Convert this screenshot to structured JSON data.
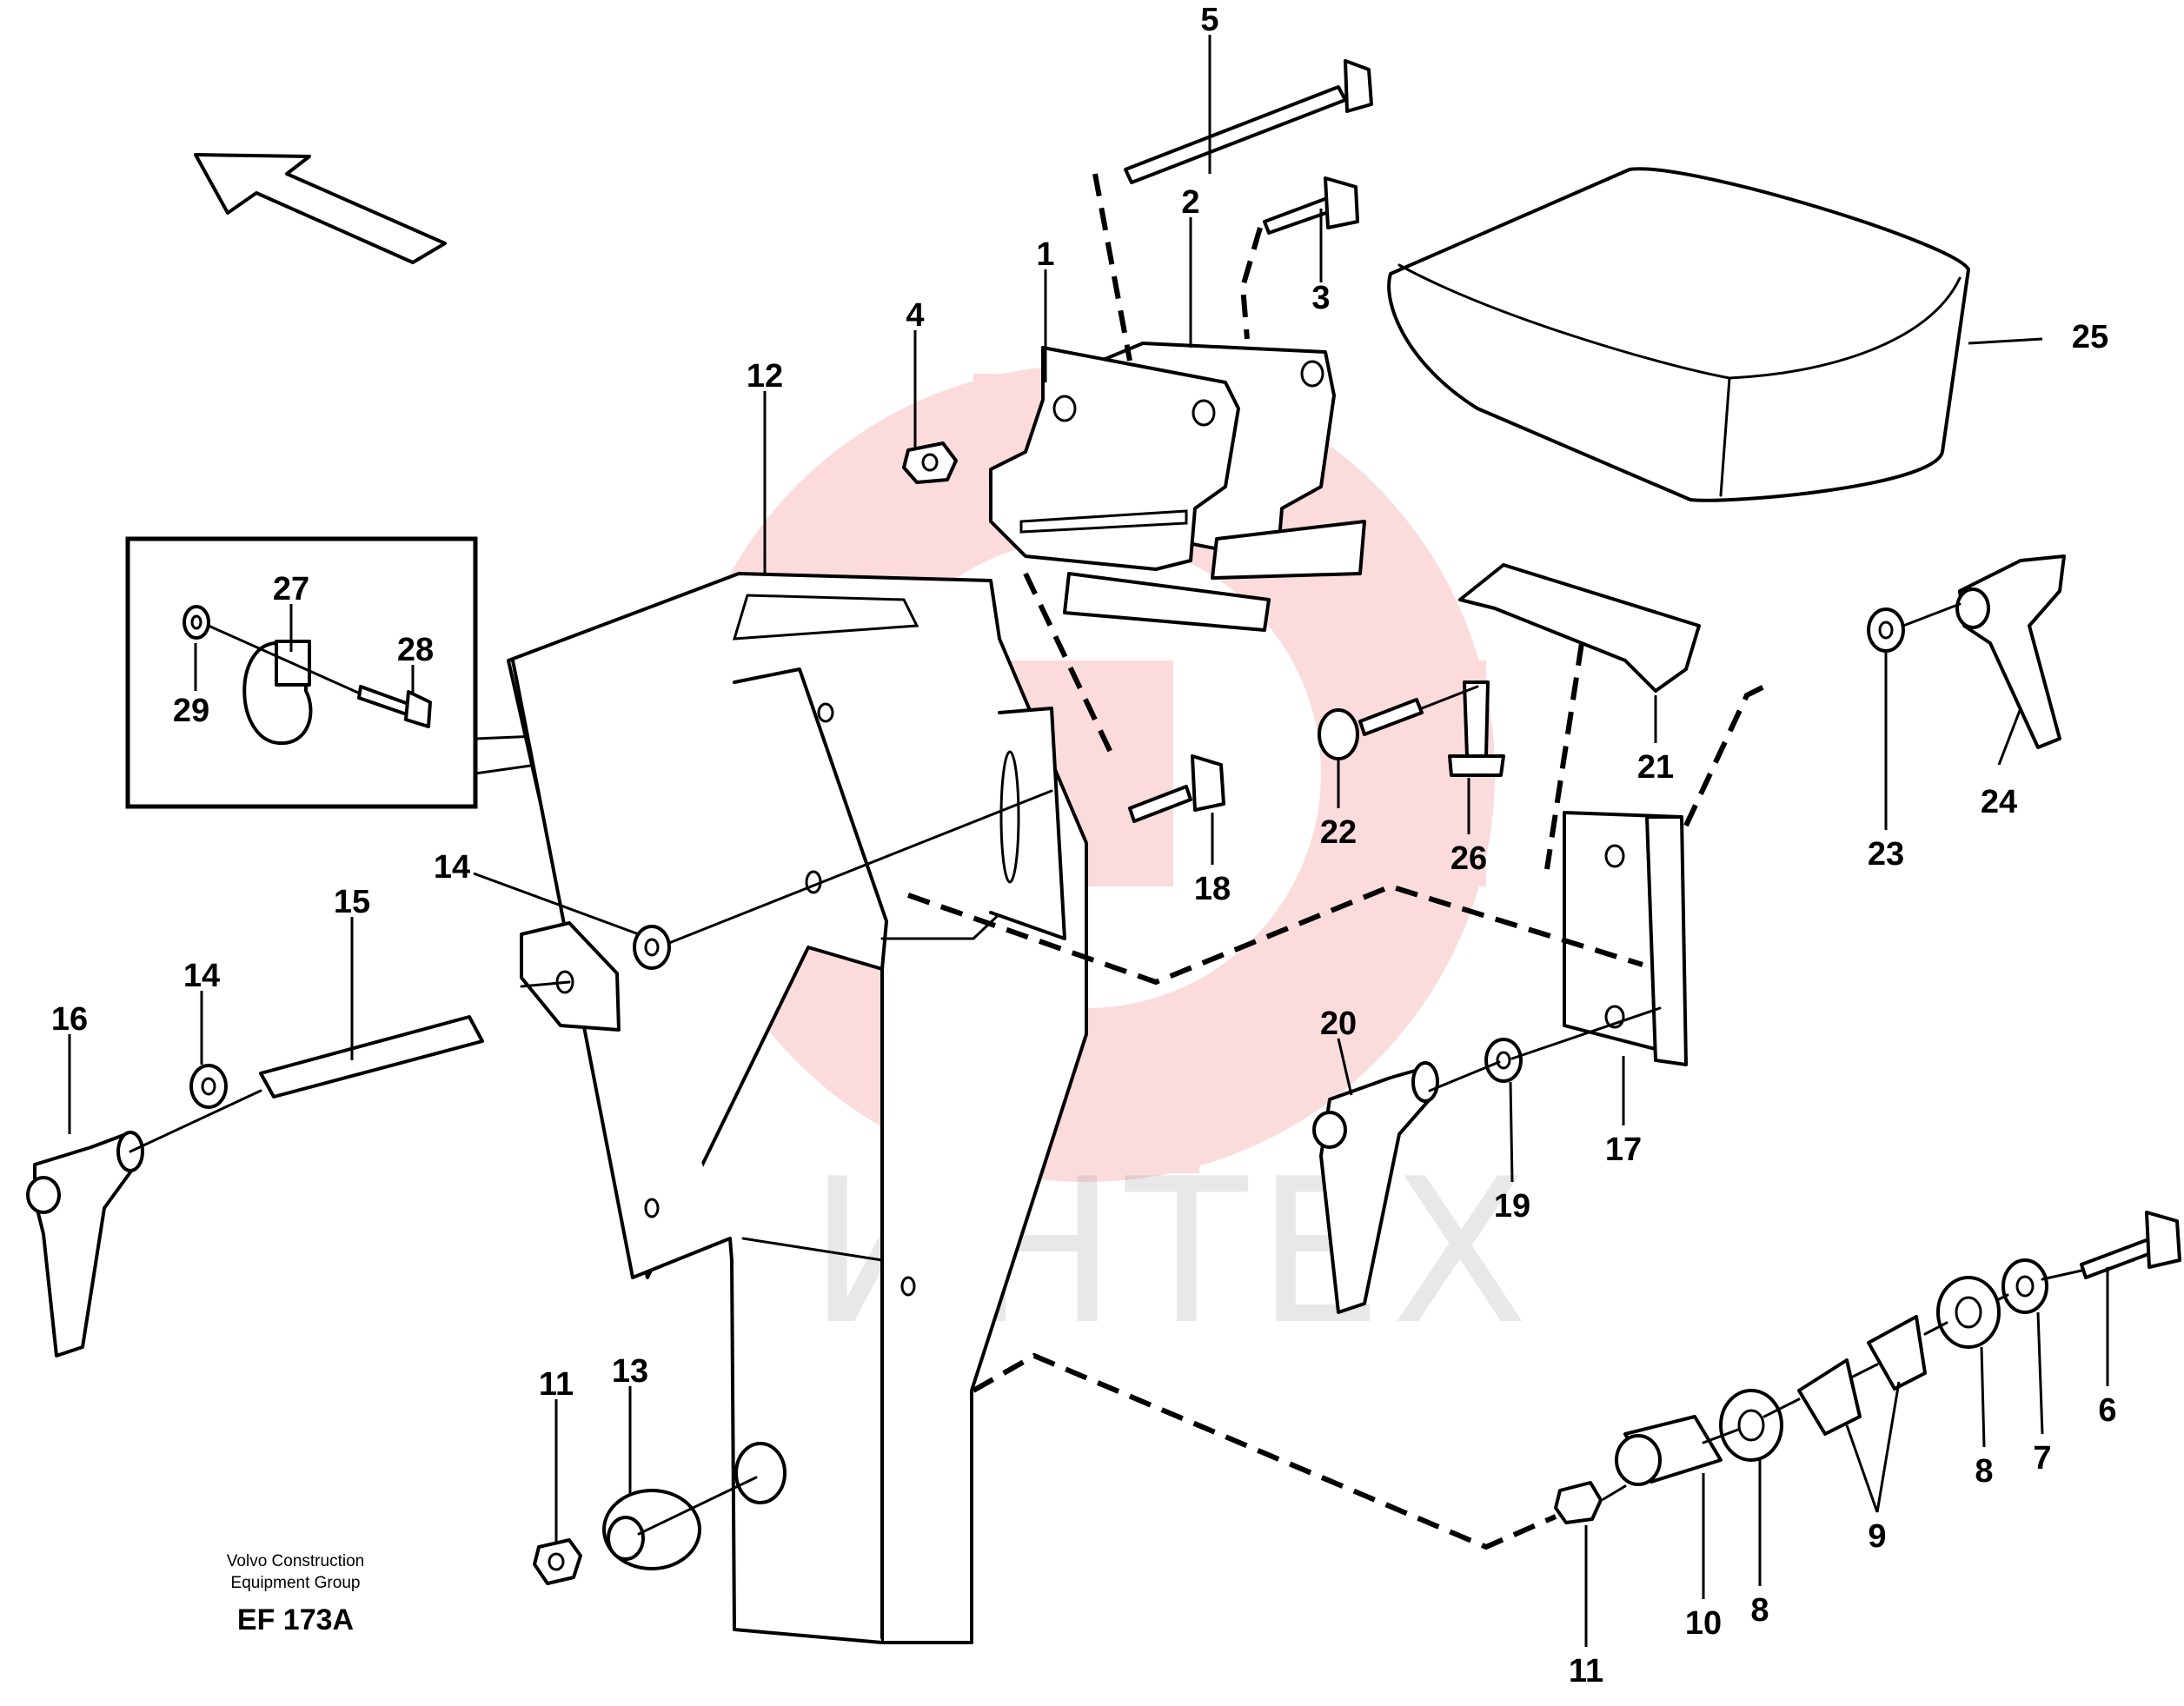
{
  "caption": {
    "line1": "Volvo Construction",
    "line2": "Equipment Group",
    "code": "EF 173A"
  },
  "watermark": {
    "text": "ИНТЕХ",
    "logo_color": "#e8242a"
  },
  "callouts": {
    "c1": "1",
    "c2": "2",
    "c3": "3",
    "c4": "4",
    "c5": "5",
    "c6": "6",
    "c7": "7",
    "c8a": "8",
    "c8b": "8",
    "c9": "9",
    "c10": "10",
    "c11a": "11",
    "c11b": "11",
    "c12": "12",
    "c13": "13",
    "c14a": "14",
    "c14b": "14",
    "c15": "15",
    "c16": "16",
    "c17": "17",
    "c18": "18",
    "c19": "19",
    "c20": "20",
    "c21": "21",
    "c22": "22",
    "c23": "23",
    "c24": "24",
    "c25": "25",
    "c26": "26",
    "c27": "27",
    "c28": "28",
    "c29": "29"
  },
  "icons": {
    "direction": "arrow-icon"
  }
}
